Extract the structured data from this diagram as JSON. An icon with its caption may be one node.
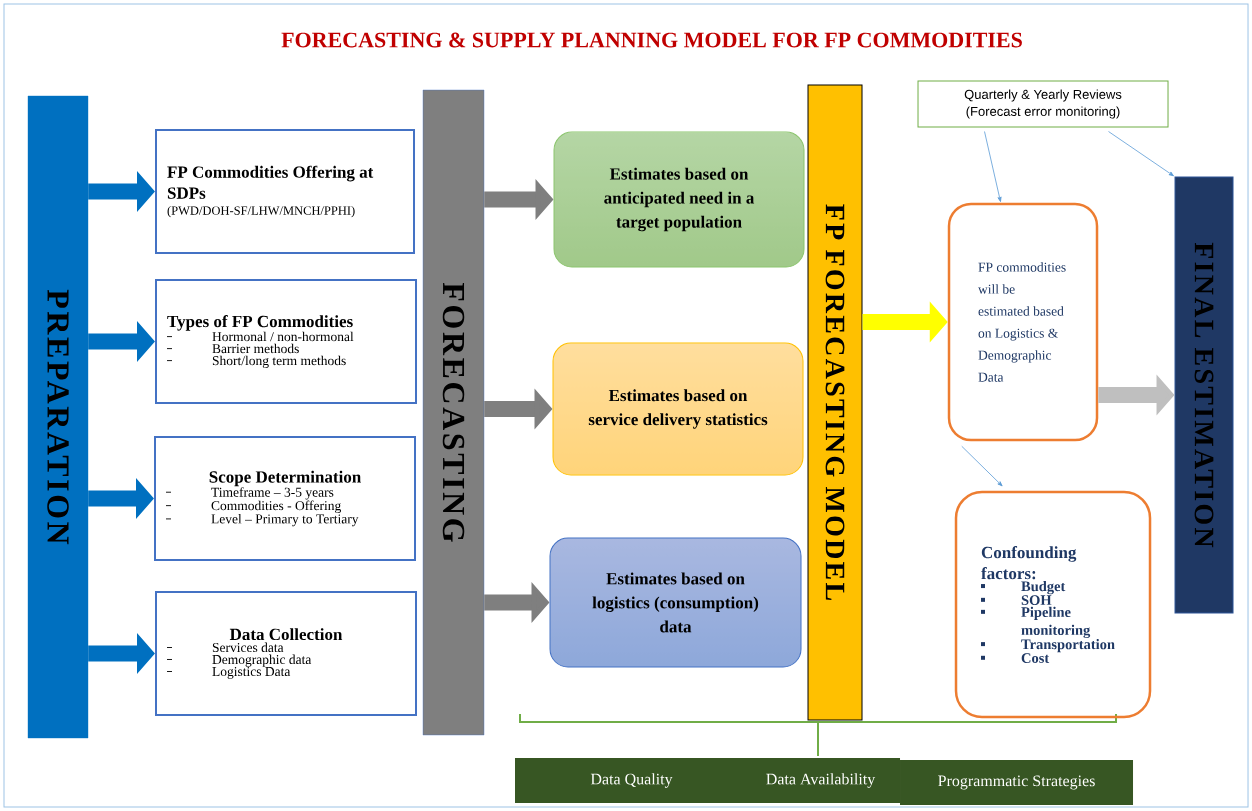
{
  "diagram": {
    "title": "FORECASTING & SUPPLY PLANNING MODEL FOR FP COMMODITIES",
    "nodes": [
      {
        "text": [
          "PREPARATION"
        ]
      },
      {
        "text": [
          "FP Commodities Offering at SDPs",
          "(PWD/DOH-SF/LHW/MNCH/PPHI)"
        ]
      },
      {
        "text": [
          "Types of FP Commodities",
          "Hormonal / non-hormonal",
          "Barrier methods",
          "Short/long term methods"
        ]
      },
      {
        "text": [
          "Scope Determination",
          "Timeframe – 3-5 years",
          "Commodities - Offering",
          "Level – Primary to Tertiary"
        ]
      },
      {
        "text": [
          "Data Collection",
          "Services data",
          "Demographic data",
          "Logistics Data"
        ]
      },
      {
        "text": [
          "FORECASTING"
        ]
      },
      {
        "text": [
          "Estimates based on anticipated need in a target population"
        ]
      },
      {
        "text": [
          "Estimates based on service delivery statistics"
        ]
      },
      {
        "text": [
          "Estimates based on logistics (consumption) data"
        ]
      },
      {
        "text": [
          "FP FORECASTING MODEL"
        ]
      },
      {
        "text": [
          "Quarterly & Yearly Reviews (Forecast error monitoring)"
        ]
      },
      {
        "text": [
          "FP commodities will be estimated based on Logistics & Demographic Data"
        ]
      },
      {
        "text": [
          "Confounding factors:",
          "Budget",
          "SOH",
          "Pipeline monitoring",
          "Transportation",
          "Cost"
        ]
      },
      {
        "text": [
          "FINAL ESTIMATION"
        ]
      },
      {
        "text": [
          "Data Quality",
          "Data Availability"
        ]
      },
      {
        "text": [
          "Programmatic Strategies"
        ]
      }
    ],
    "edges": [
      {
        "from": 0,
        "to": 1,
        "arrow": "to",
        "color": "#0070c0"
      },
      {
        "from": 0,
        "to": 2,
        "arrow": "to",
        "color": "#0070c0"
      },
      {
        "from": 0,
        "to": 3,
        "arrow": "to",
        "color": "#0070c0"
      },
      {
        "from": 0,
        "to": 4,
        "arrow": "to",
        "color": "#0070c0"
      },
      {
        "from": 5,
        "to": 6,
        "arrow": "to",
        "color": "#7f7f7f"
      },
      {
        "from": 5,
        "to": 7,
        "arrow": "to",
        "color": "#7f7f7f"
      },
      {
        "from": 5,
        "to": 8,
        "arrow": "to",
        "color": "#7f7f7f"
      },
      {
        "from": 9,
        "to": 11,
        "arrow": "to",
        "color": "#ffff00"
      },
      {
        "from": 11,
        "to": 13,
        "arrow": "to",
        "color": "#bfbfbf"
      },
      {
        "from": 10,
        "to": 11,
        "arrow": "to",
        "color": "#5b9bd5"
      },
      {
        "from": 10,
        "to": 13,
        "arrow": "to",
        "color": "#5b9bd5"
      },
      {
        "from": 11,
        "to": 12,
        "arrow": "to",
        "color": "#5b9bd5"
      }
    ]
  }
}
